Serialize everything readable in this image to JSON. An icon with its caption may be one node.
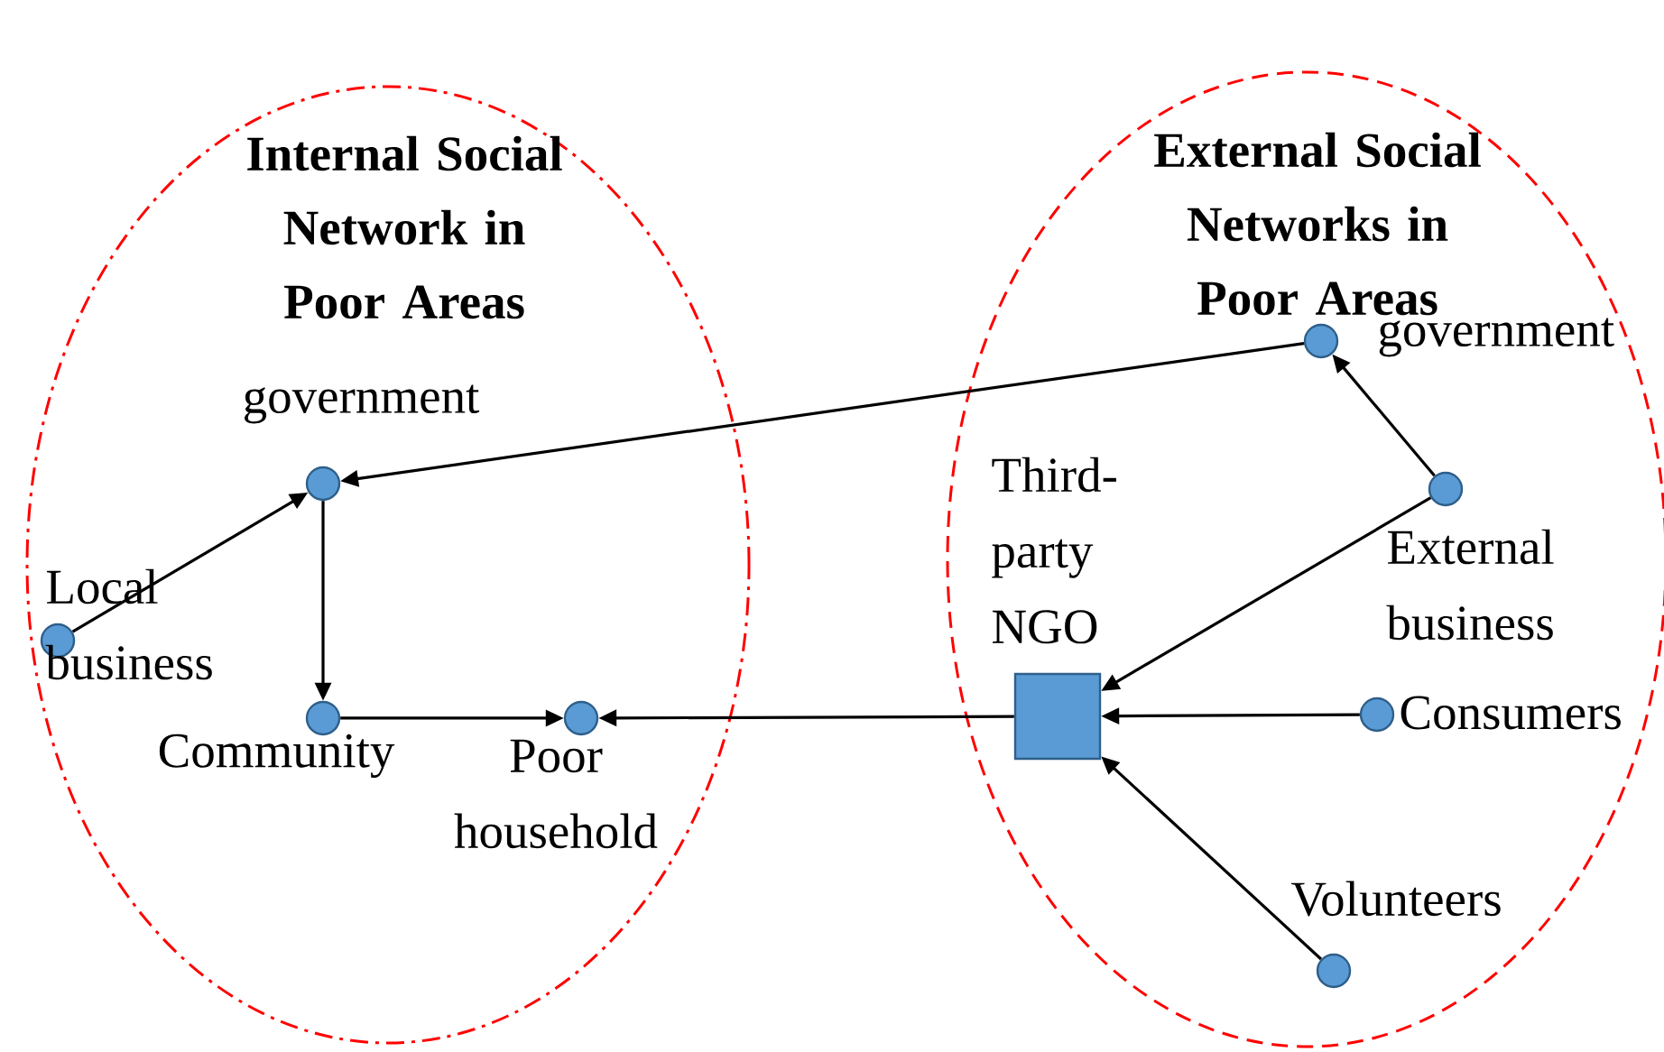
{
  "diagram": {
    "nodes": [
      {
        "text": [
          "Internal Social Network in Poor Areas"
        ]
      },
      {
        "text": [
          "External Social Networks in Poor Areas"
        ]
      },
      {
        "text": [],
        "shape": "circle",
        "beside": [
          "government"
        ],
        "in": 0
      },
      {
        "text": [],
        "shape": "circle",
        "beside": [
          "Local business"
        ],
        "in": 0
      },
      {
        "text": [],
        "shape": "circle",
        "beside": [
          "Community"
        ],
        "in": 0
      },
      {
        "text": [],
        "shape": "circle",
        "beside": [
          "Poor household"
        ],
        "in": 0
      },
      {
        "text": [],
        "shape": "circle",
        "beside": [
          "government"
        ],
        "in": 1
      },
      {
        "text": [],
        "shape": "box",
        "beside": [
          "Third-party NGO"
        ],
        "in": 1
      },
      {
        "text": [],
        "shape": "circle",
        "beside": [
          "External business"
        ],
        "in": 1
      },
      {
        "text": [],
        "shape": "circle",
        "beside": [
          "Consumers"
        ],
        "in": 1
      },
      {
        "text": [],
        "shape": "circle",
        "beside": [
          "Volunteers"
        ],
        "in": 1
      }
    ],
    "edges": [
      {
        "from": 3,
        "to": 2,
        "arrow": "to"
      },
      {
        "from": 2,
        "to": 4,
        "arrow": "to"
      },
      {
        "from": 4,
        "to": 5,
        "arrow": "to"
      },
      {
        "from": 6,
        "to": 2,
        "arrow": "to"
      },
      {
        "from": 8,
        "to": 6,
        "arrow": "to"
      },
      {
        "from": 8,
        "to": 7,
        "arrow": "to"
      },
      {
        "from": 9,
        "to": 7,
        "arrow": "to"
      },
      {
        "from": 10,
        "to": 7,
        "arrow": "to"
      },
      {
        "from": 7,
        "to": 5,
        "arrow": "to"
      }
    ]
  }
}
